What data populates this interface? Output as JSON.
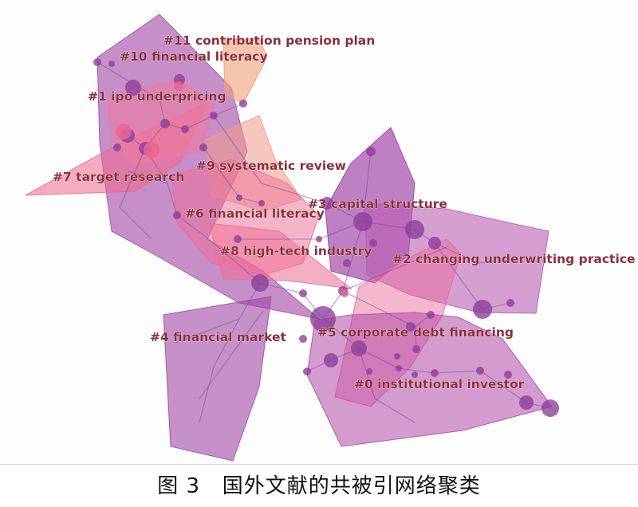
{
  "figure": {
    "caption_number": "图 3",
    "caption_text": "国外文献的共被引网络聚类"
  },
  "clusters": [
    {
      "id": "c11",
      "label": "#11 contribution pension plan",
      "color": "#f0a27c"
    },
    {
      "id": "c10",
      "label": "#10 financial literacy",
      "color": "#a54ca8"
    },
    {
      "id": "c1",
      "label": "#1 ipo underpricing",
      "color": "#f07a9c"
    },
    {
      "id": "c7",
      "label": "#7 target research",
      "color": "#f06a8e"
    },
    {
      "id": "c9",
      "label": "#9 systematic review",
      "color": "#f29a88"
    },
    {
      "id": "c6",
      "label": "#6 financial literacy",
      "color": "#ec6e96"
    },
    {
      "id": "c3",
      "label": "#3 capital structure",
      "color": "#9c3ea4"
    },
    {
      "id": "c8",
      "label": "#8 high-tech industry",
      "color": "#ee6f93"
    },
    {
      "id": "c2",
      "label": "#2 changing underwriting practice",
      "color": "#b85cb4"
    },
    {
      "id": "c4",
      "label": "#4 financial market",
      "color": "#a24aa6"
    },
    {
      "id": "c5",
      "label": "#5 corporate debt financing",
      "color": "#ea6a9a"
    },
    {
      "id": "c0",
      "label": "#0 institutional investor",
      "color": "#b04aa8"
    }
  ],
  "colors": {
    "node": "#8a3d9a",
    "node_pink": "#e8668e",
    "edge": "#7a4a96",
    "label": "#8a2f3c"
  }
}
